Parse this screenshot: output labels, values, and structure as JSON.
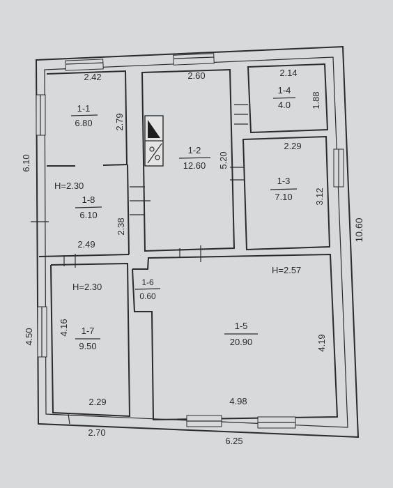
{
  "colors": {
    "paper": "#d8d9db",
    "ink": "#2b2b2b"
  },
  "rooms": {
    "r1_1": {
      "id": "1-1",
      "area": "6.80"
    },
    "r1_2": {
      "id": "1-2",
      "area": "12.60"
    },
    "r1_3": {
      "id": "1-3",
      "area": "7.10"
    },
    "r1_4": {
      "id": "1-4",
      "area": "4.0"
    },
    "r1_5": {
      "id": "1-5",
      "area": "20.90"
    },
    "r1_6": {
      "id": "1-6",
      "area": "0.60"
    },
    "r1_7": {
      "id": "1-7",
      "area": "9.50"
    },
    "r1_8": {
      "id": "1-8",
      "area": "6.10"
    }
  },
  "heights": {
    "h_1_8": "H=2.30",
    "h_1_7": "H=2.30",
    "h_1_5": "H=2.57"
  },
  "dims": {
    "d_2_42": "2.42",
    "d_2_60": "2.60",
    "d_2_14": "2.14",
    "d_1_88": "1.88",
    "d_2_79": "2.79",
    "d_6_10": "6.10",
    "d_5_20": "5.20",
    "d_2_29_top": "2.29",
    "d_3_12": "3.12",
    "d_10_60": "10.60",
    "d_2_38": "2.38",
    "d_2_49": "2.49",
    "d_4_16": "4.16",
    "d_4_50": "4.50",
    "d_4_19": "4.19",
    "d_2_29_bottom": "2.29",
    "d_4_98": "4.98",
    "d_2_70": "2.70",
    "d_6_25": "6.25"
  }
}
